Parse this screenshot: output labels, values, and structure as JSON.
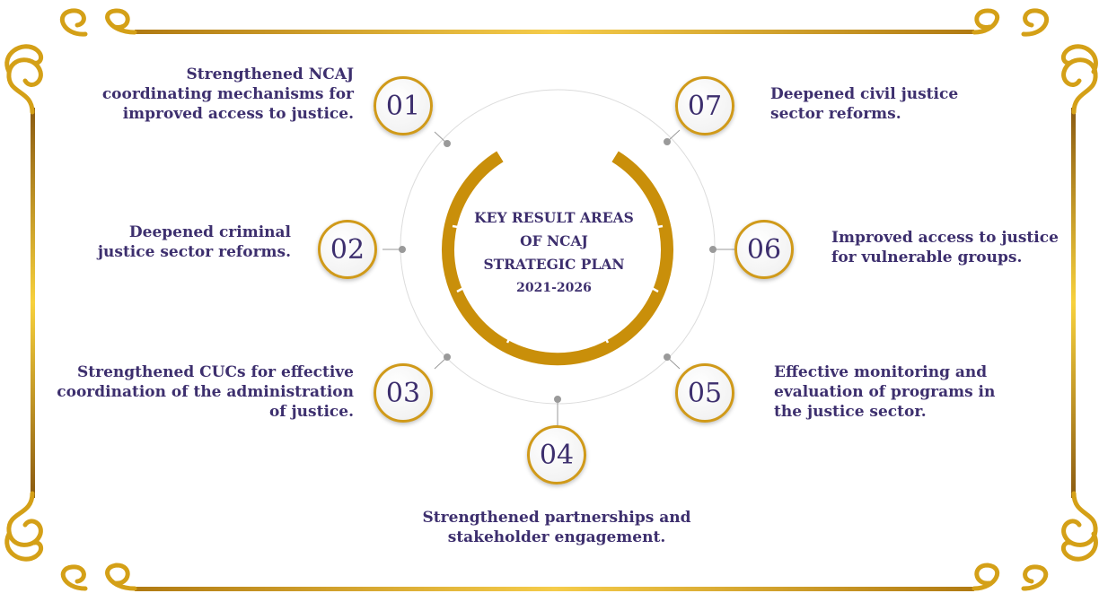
{
  "center": {
    "line1": "KEY RESULT AREAS",
    "line2": "OF NCAJ",
    "line3": "STRATEGIC PLAN",
    "years": "2021-2026"
  },
  "areas": [
    {
      "number": "01",
      "text": "Strengthened NCAJ\ncoordinating mechanisms for\nimproved access to justice."
    },
    {
      "number": "02",
      "text": "Deepened criminal\njustice sector reforms."
    },
    {
      "number": "03",
      "text": "Strengthened CUCs for effective\ncoordination of the administration\nof justice."
    },
    {
      "number": "04",
      "text": "Strengthened partnerships and\nstakeholder engagement."
    },
    {
      "number": "05",
      "text": "Effective monitoring and\nevaluation of programs in\nthe justice sector."
    },
    {
      "number": "06",
      "text": "Improved access to justice\nfor vulnerable groups."
    },
    {
      "number": "07",
      "text": "Deepened civil justice\nsector reforms."
    }
  ],
  "colors": {
    "gold": "#d09a1a",
    "gold_dark": "#b8860b",
    "ring": "#c98f0a",
    "text": "#3d2f6e",
    "connector": "#9a9a9a"
  }
}
